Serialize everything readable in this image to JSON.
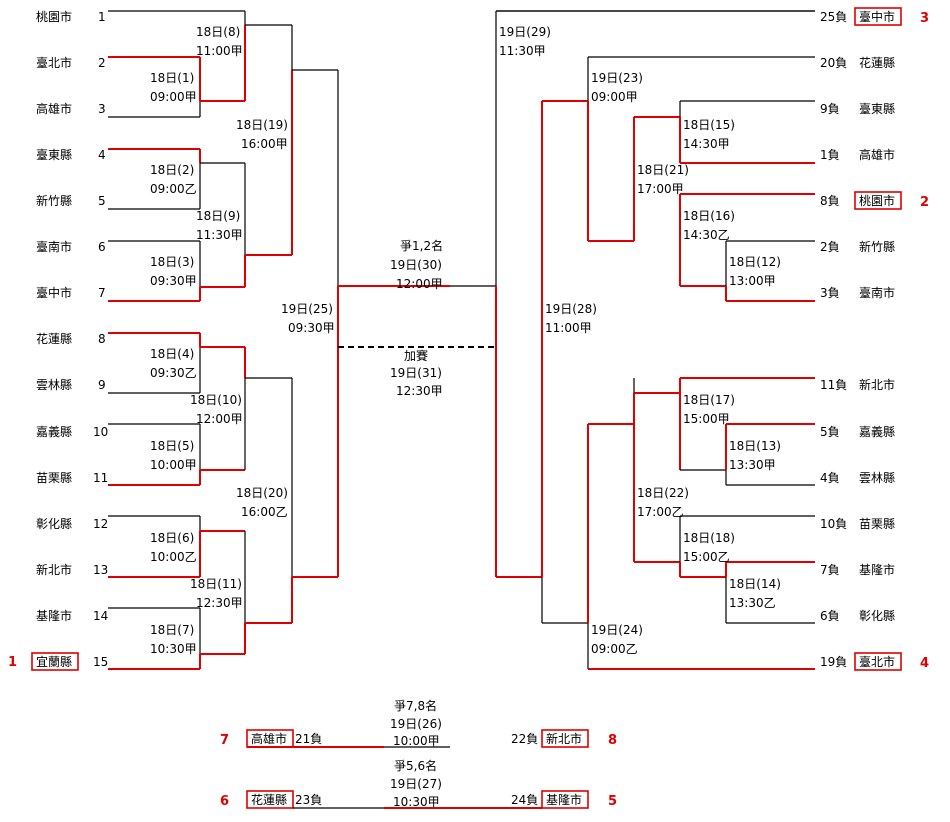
{
  "left_teams": [
    {
      "seed": "1",
      "name": "桃園市"
    },
    {
      "seed": "2",
      "name": "臺北市"
    },
    {
      "seed": "3",
      "name": "高雄市"
    },
    {
      "seed": "4",
      "name": "臺東縣"
    },
    {
      "seed": "5",
      "name": "新竹縣"
    },
    {
      "seed": "6",
      "name": "臺南市"
    },
    {
      "seed": "7",
      "name": "臺中市"
    },
    {
      "seed": "8",
      "name": "花蓮縣"
    },
    {
      "seed": "9",
      "name": "雲林縣"
    },
    {
      "seed": "10",
      "name": "嘉義縣"
    },
    {
      "seed": "11",
      "name": "苗栗縣"
    },
    {
      "seed": "12",
      "name": "彰化縣"
    },
    {
      "seed": "13",
      "name": "新北市"
    },
    {
      "seed": "14",
      "name": "基隆市"
    },
    {
      "seed": "15",
      "name": "宜蘭縣"
    }
  ],
  "left_final_rank": "1",
  "right_entries": [
    {
      "loser": "25負",
      "name": "臺中市",
      "rank": "3"
    },
    {
      "loser": "20負",
      "name": "花蓮縣",
      "rank": ""
    },
    {
      "loser": "9負",
      "name": "臺東縣",
      "rank": ""
    },
    {
      "loser": "1負",
      "name": "高雄市",
      "rank": ""
    },
    {
      "loser": "8負",
      "name": "桃園市",
      "rank": "2"
    },
    {
      "loser": "2負",
      "name": "新竹縣",
      "rank": ""
    },
    {
      "loser": "3負",
      "name": "臺南市",
      "rank": ""
    },
    {
      "loser": "11負",
      "name": "新北市",
      "rank": ""
    },
    {
      "loser": "5負",
      "name": "嘉義縣",
      "rank": ""
    },
    {
      "loser": "4負",
      "name": "雲林縣",
      "rank": ""
    },
    {
      "loser": "10負",
      "name": "苗栗縣",
      "rank": ""
    },
    {
      "loser": "7負",
      "name": "基隆市",
      "rank": ""
    },
    {
      "loser": "6負",
      "name": "彰化縣",
      "rank": ""
    },
    {
      "loser": "19負",
      "name": "臺北市",
      "rank": "4"
    }
  ],
  "games": {
    "g1": {
      "no": "18日(1)",
      "time": "09:00甲"
    },
    "g2": {
      "no": "18日(2)",
      "time": "09:00乙"
    },
    "g3": {
      "no": "18日(3)",
      "time": "09:30甲"
    },
    "g4": {
      "no": "18日(4)",
      "time": "09:30乙"
    },
    "g5": {
      "no": "18日(5)",
      "time": "10:00甲"
    },
    "g6": {
      "no": "18日(6)",
      "time": "10:00乙"
    },
    "g7": {
      "no": "18日(7)",
      "time": "10:30甲"
    },
    "g8": {
      "no": "18日(8)",
      "time": "11:00甲"
    },
    "g9": {
      "no": "18日(9)",
      "time": "11:30甲"
    },
    "g10": {
      "no": "18日(10)",
      "time": "12:00甲"
    },
    "g11": {
      "no": "18日(11)",
      "time": "12:30甲"
    },
    "g12": {
      "no": "18日(12)",
      "time": "13:00甲"
    },
    "g13": {
      "no": "18日(13)",
      "time": "13:30甲"
    },
    "g14": {
      "no": "18日(14)",
      "time": "13:30乙"
    },
    "g15": {
      "no": "18日(15)",
      "time": "14:30甲"
    },
    "g16": {
      "no": "18日(16)",
      "time": "14:30乙"
    },
    "g17": {
      "no": "18日(17)",
      "time": "15:00甲"
    },
    "g18": {
      "no": "18日(18)",
      "time": "15:00乙"
    },
    "g19": {
      "no": "18日(19)",
      "time": "16:00甲"
    },
    "g20": {
      "no": "18日(20)",
      "time": "16:00乙"
    },
    "g21": {
      "no": "18日(21)",
      "time": "17:00甲"
    },
    "g22": {
      "no": "18日(22)",
      "time": "17:00乙"
    },
    "g23": {
      "no": "19日(23)",
      "time": "09:00甲"
    },
    "g24": {
      "no": "19日(24)",
      "time": "09:00乙"
    },
    "g25": {
      "no": "19日(25)",
      "time": "09:30甲"
    },
    "g28": {
      "no": "19日(28)",
      "time": "11:00甲"
    },
    "g29": {
      "no": "19日(29)",
      "time": "11:30甲"
    }
  },
  "center": {
    "final": {
      "title": "爭1,2名",
      "no": "19日(30)",
      "time": "12:00甲"
    },
    "extra": {
      "title": "加賽",
      "no": "19日(31)",
      "time": "12:30甲"
    }
  },
  "placement_7_8": {
    "title": "爭7,8名",
    "no": "19日(26)",
    "time": "10:00甲",
    "left": {
      "rank": "7",
      "name": "高雄市",
      "loser": "21負"
    },
    "right": {
      "rank": "8",
      "name": "新北市",
      "loser": "22負"
    }
  },
  "placement_5_6": {
    "title": "爭5,6名",
    "no": "19日(27)",
    "time": "10:30甲",
    "left": {
      "rank": "6",
      "name": "花蓮縣",
      "loser": "23負"
    },
    "right": {
      "rank": "5",
      "name": "基隆市",
      "loser": "24負"
    }
  },
  "colors": {
    "winner_line": "#e00000",
    "line": "#000000"
  }
}
